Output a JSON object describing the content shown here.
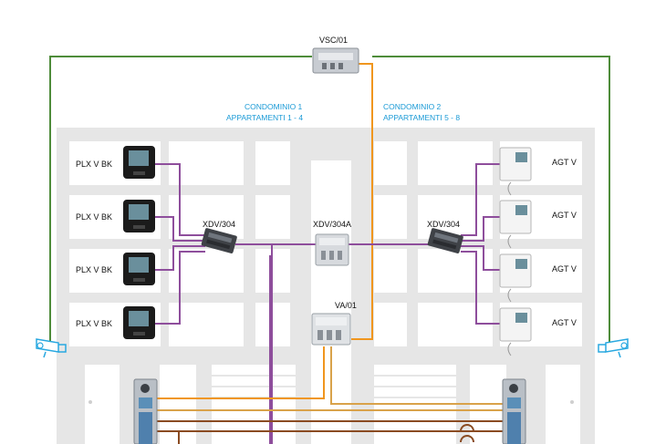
{
  "colors": {
    "green": "#4e8c3a",
    "orange": "#f0961e",
    "purple": "#8e4e9c",
    "brown": "#8a4b22",
    "gold": "#d9a24a",
    "building": "#e6e6e6",
    "blue_text": "#1a9ad6",
    "camera": "#29a8e0"
  },
  "labels": {
    "vsc": "VSC/01",
    "condo1_line1": "CONDOMINIO 1",
    "condo1_line2": "APPARTAMENTI 1 - 4",
    "condo2_line1": "CONDOMINIO 2",
    "condo2_line2": "APPARTAMENTI 5 - 8",
    "xdv_left": "XDV/304",
    "xdv_center": "XDV/304A",
    "xdv_right": "XDV/304",
    "va": "VA/01"
  },
  "left_units": [
    "PLX V BK",
    "PLX V BK",
    "PLX V BK",
    "PLX V BK"
  ],
  "right_units": [
    "AGT V",
    "AGT V",
    "AGT V",
    "AGT V"
  ],
  "icons": {
    "camera_left": "cctv-camera-icon",
    "camera_right": "cctv-camera-icon",
    "panel": "door-entry-panel-icon"
  }
}
